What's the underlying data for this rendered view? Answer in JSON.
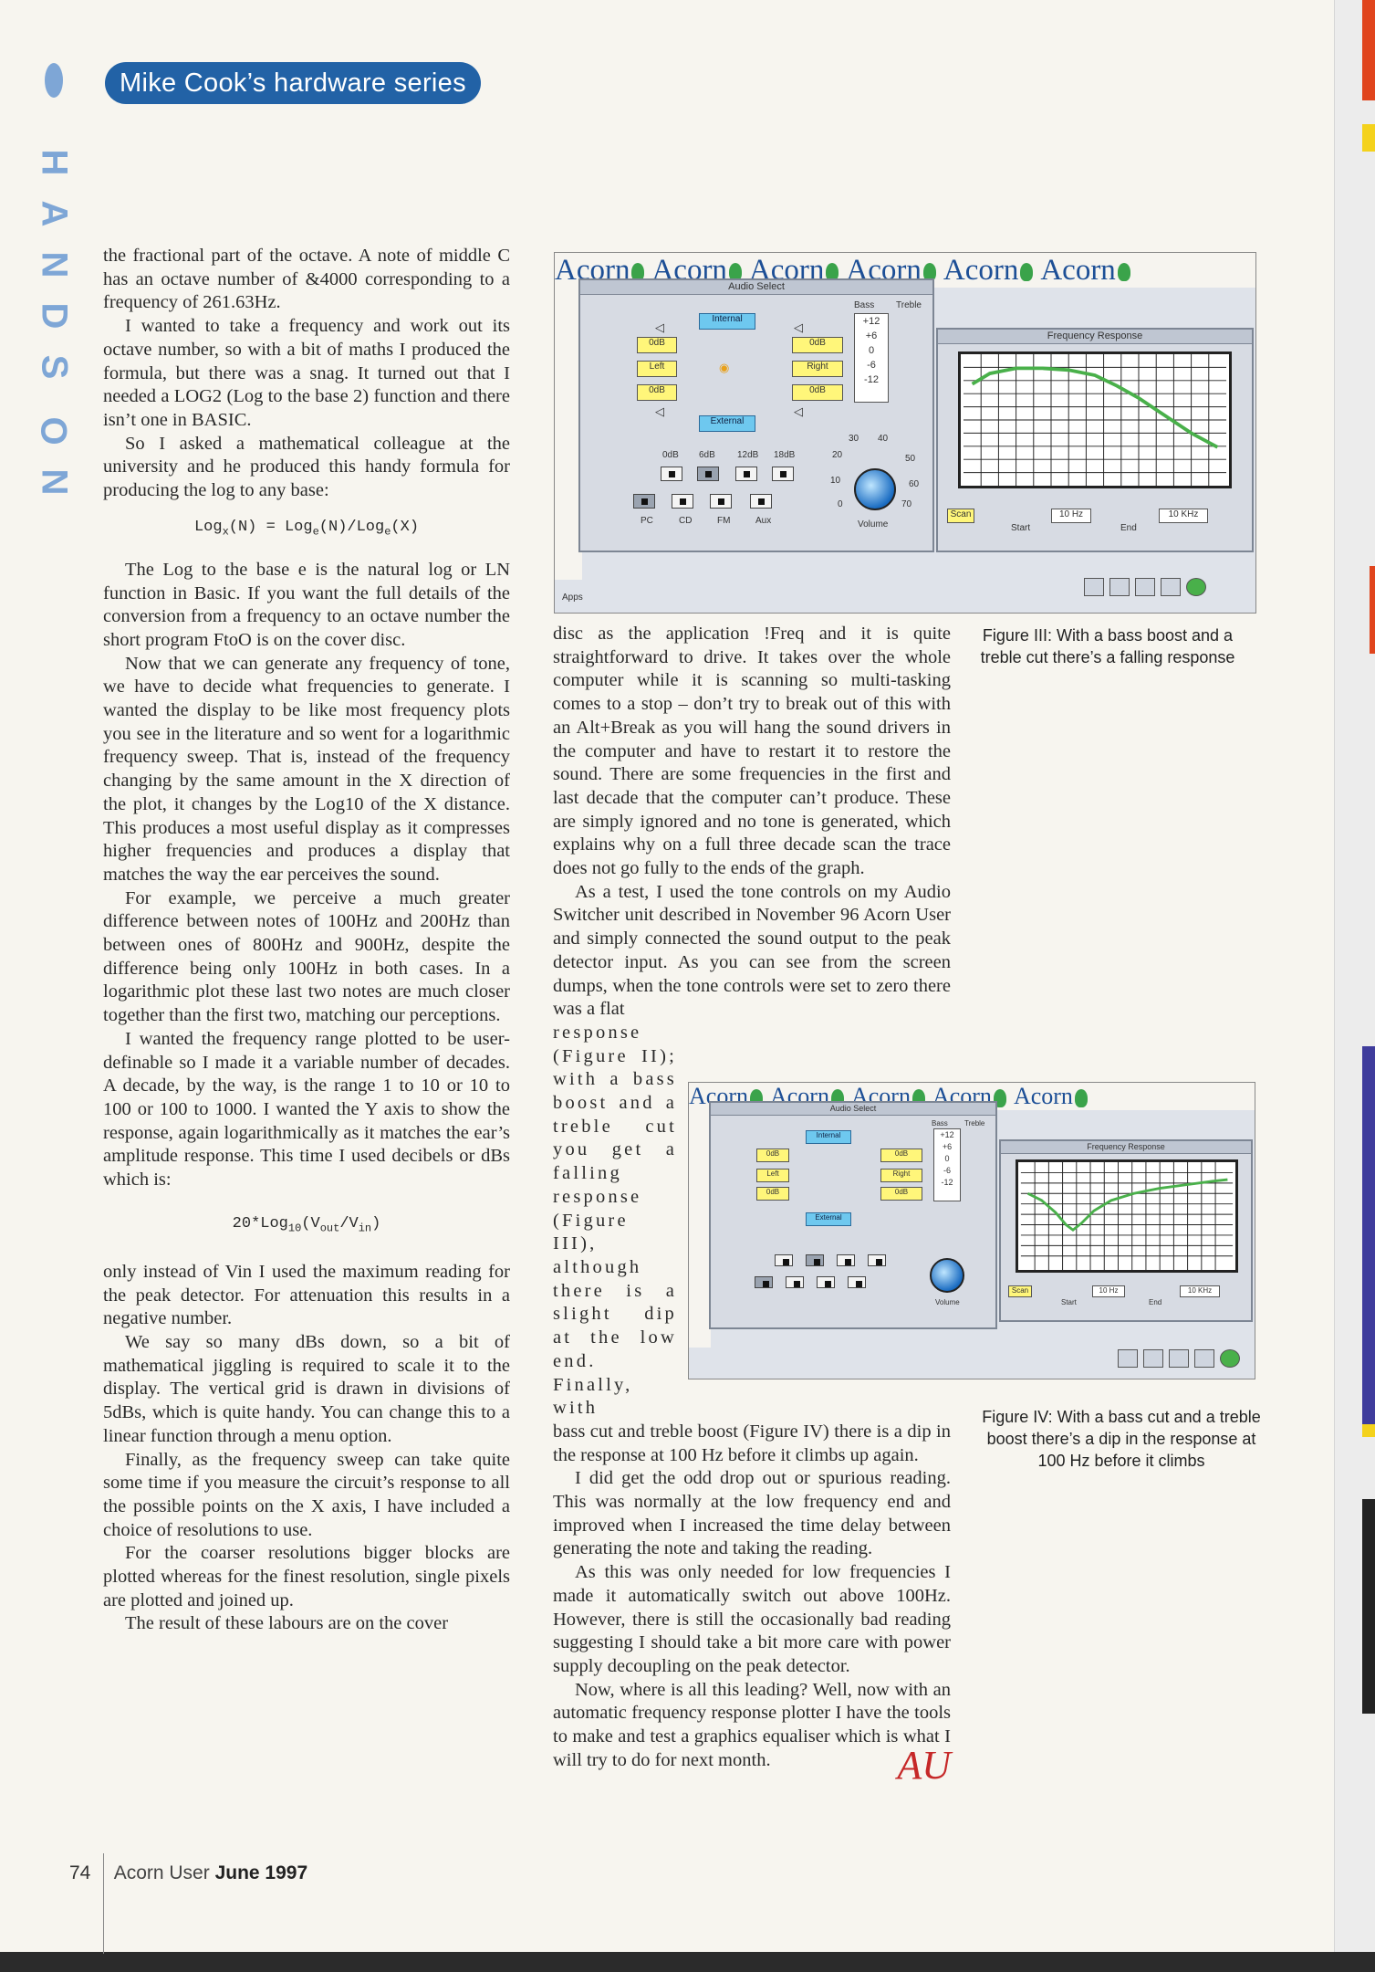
{
  "header": {
    "series_title": "Mike Cook’s hardware series",
    "section_letters": [
      "H",
      "A",
      "N",
      "D",
      "S",
      "O",
      "N"
    ]
  },
  "column1": {
    "p1": "the fractional part of the octave. A note of middle C has an octave number of &4000 corresponding to a frequency of 261.63Hz.",
    "p2": "I wanted to take a frequency and work out its octave number, so with a bit of maths I produced the formula, but there was a snag. It turned out that I needed a LOG2 (Log to the base 2) function and there isn’t one in BASIC.",
    "p3": "So I asked a mathematical colleague at the university and he produced this handy formula for producing the log to any base:",
    "formula1": {
      "a": "Log",
      "a_sub": "x",
      "b": "(N) = Log",
      "b_sub": "e",
      "c": "(N)/Log",
      "c_sub": "e",
      "d": "(X)"
    },
    "p4": "The Log to the base e is the natural log or LN function in Basic. If you want the full details of the conversion from a frequency to an octave number the short program FtoO is on the cover disc.",
    "p5": "Now that we can generate any frequency of tone, we have to decide what frequencies to generate. I wanted the display to be like most frequency plots you see in the literature and so went for a logarithmic frequency sweep. That is, instead of the frequency changing by the same amount in the X direction of the plot, it changes by the Log10 of the X distance. This produces a most useful display as it compresses higher frequencies and produces a display that matches the way the ear perceives the sound.",
    "p6": "For example, we perceive a much greater difference between notes of 100Hz and 200Hz than between ones of 800Hz and 900Hz, despite the difference being only 100Hz in both cases. In a logarithmic plot these last two notes are much closer together than the first two, matching our perceptions.",
    "p7": "I wanted the frequency range plotted to be user-definable so I made it a variable number of decades. A decade, by the way, is the range 1 to 10 or 10 to 100 or 100 to 1000. I wanted the Y axis to show the response, again logarithmically as it matches the ear’s amplitude response. This time I used decibels or dBs which is:",
    "formula2": {
      "a": "20*Log",
      "a_sub": "10",
      "b": "(V",
      "b_sub": "out",
      "c": "/V",
      "c_sub": "in",
      "d": ")"
    },
    "p8": "only instead of Vin I used the maximum reading for the peak detector. For attenuation this results in a negative number.",
    "p9": "We say so many dBs down, so a bit of mathematical jiggling is required to scale it to the display. The vertical grid is drawn in divisions of 5dBs, which is quite handy. You can change this to a linear function through a menu option.",
    "p10": "Finally, as the frequency sweep can take quite some time if you measure the circuit’s response to all the possible points on the X axis, I have included a choice of resolutions to use.",
    "p11": "For the coarser resolutions bigger blocks are plotted whereas for the finest resolution, single pixels are plotted and joined up.",
    "p12": "The result of these labours are on the cover"
  },
  "column2": {
    "p1": "disc as the application !Freq and it is quite straightforward to drive. It takes over the whole computer while it is scanning so multi-tasking comes to a stop – don’t try to break out of this with an Alt+Break as you will hang the sound drivers in the computer and have to restart it to restore the sound. There are some frequencies in the first and last decade that the computer can’t produce. These are simply ignored and no tone is generated, which explains why on a full three decade scan the trace does not go fully to the ends of the graph.",
    "p2": "As a test, I used the tone controls on my Audio Switcher unit described in November 96 Acorn User and simply connected the sound output to the peak detector input. As you can see from the screen dumps, when the tone controls were set to zero there was a flat",
    "p2_narrow": "response (Figure II); with a bass boost and a treble cut you get a falling response (Figure III), although there is a slight dip at the low end. Finally, with",
    "p2_end": "bass cut and treble boost (Figure IV) there is a dip in the response at 100 Hz before it climbs up again.",
    "p3": "I did get the odd drop out or spurious reading. This was normally at the low frequency end and improved when I increased the time delay between generating the note and taking the reading.",
    "p4": "As this was only needed for low frequencies I made it automatically switch out above 100Hz. However, there is still the occasionally bad reading suggesting I should take a bit more care with power supply decoupling on the peak detector.",
    "p5": "Now, where is all this leading? Well, now with an automatic frequency response plotter I have the tools to make and test a graphics equaliser which is what I will try to do for next month.",
    "end_logo": "AU"
  },
  "figure3": {
    "caption": "Figure III: With a bass boost and a treble cut there’s a falling response"
  },
  "figure4": {
    "caption": "Figure IV: With a bass cut and a treble boost there’s a dip in the response at 100 Hz before it climbs"
  },
  "screens": {
    "banner_word": "Acorn",
    "audio_window_title": "Audio Select",
    "freq_window_title": "Frequency Response",
    "bass": "Bass",
    "treble": "Treble",
    "internal": "Internal",
    "external": "External",
    "left": "Left",
    "right": "Right",
    "zero_db": "0dB",
    "db_steps": [
      "0dB",
      "6dB",
      "12dB",
      "18dB"
    ],
    "inputs": [
      "PC",
      "CD",
      "FM",
      "Aux"
    ],
    "tone_scale": [
      "+12",
      "+6",
      "0",
      "-6",
      "-12"
    ],
    "volume": "Volume",
    "volume_marks": [
      "0",
      "10",
      "20",
      "30",
      "40",
      "50",
      "60",
      "70"
    ],
    "scan": "Scan",
    "start": "Start",
    "end": "End",
    "start_value": "10 Hz",
    "end_value": "10 KHz",
    "apps": "Apps"
  },
  "footer": {
    "page_number": "74",
    "magazine": "Acorn User",
    "issue": "June 1997"
  },
  "colors": {
    "badge": "#2262a6",
    "section_letters": "#7ea6d6",
    "trace": "#49b04a",
    "acorn_logo_text": "#1d4f96",
    "au_logo": "#c62828"
  }
}
